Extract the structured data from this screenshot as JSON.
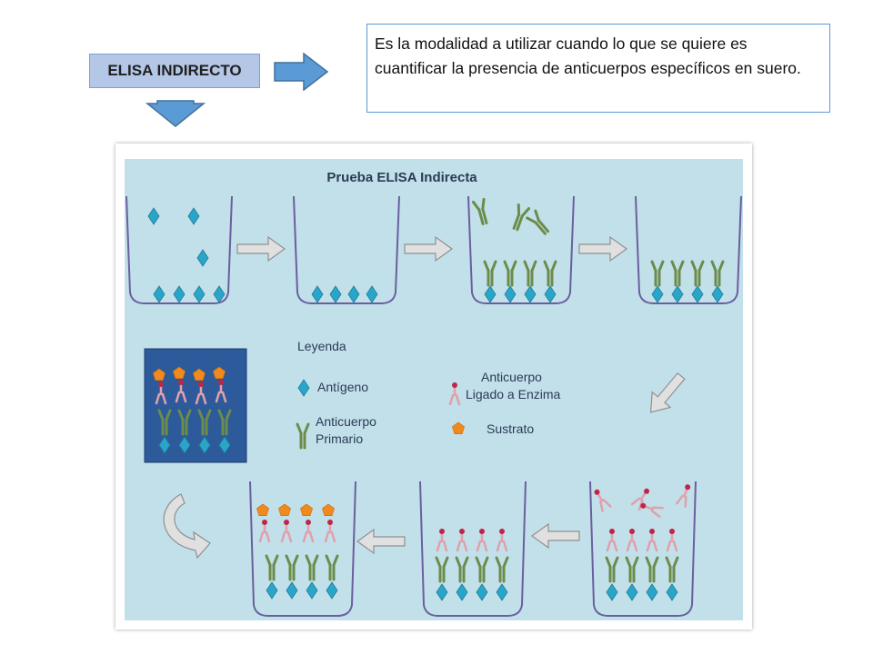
{
  "heading": {
    "label": "ELISA INDIRECTO"
  },
  "description": {
    "text": "Es la modalidad a utilizar cuando lo que se quiere es cuantificar la presencia de anticuerpos específicos en suero."
  },
  "diagram": {
    "title": "Prueba ELISA Indirecta",
    "legend": {
      "heading": "Leyenda",
      "antigen": "Antígeno",
      "primary_line1": "Anticuerpo",
      "primary_line2": "Primario",
      "enzyme_line1": "Anticuerpo",
      "enzyme_line2": "Ligado a Enzima",
      "substrate": "Sustrato"
    },
    "colors": {
      "background": "#c2e0ea",
      "well": "#6a5f9e",
      "antigen": "#2aa5c8",
      "primary": "#6c8c4a",
      "enzyme": "#e0a0ac",
      "substrate": "#f08a1c",
      "arrow": "#d9d9d9"
    }
  }
}
